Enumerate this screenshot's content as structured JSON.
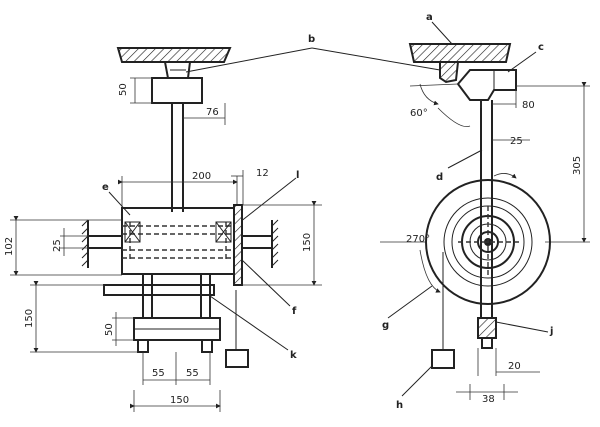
{
  "labels": {
    "a": "a",
    "b": "b",
    "c": "c",
    "d": "d",
    "e": "e",
    "f": "f",
    "g": "g",
    "h": "h",
    "j": "j",
    "k": "k",
    "l": "l"
  },
  "dimensions": {
    "d50": "50",
    "d76": "76",
    "d200": "200",
    "d12": "12",
    "d150_right": "150",
    "d102": "102",
    "d25_left": "25",
    "d150_left": "150",
    "d50_lower": "50",
    "d55_a": "55",
    "d55_b": "55",
    "d150_bottom": "150",
    "d60deg": "60°",
    "d80": "80",
    "d25_right": "25",
    "d305": "305",
    "d270deg": "270°",
    "d20": "20",
    "d38": "38"
  }
}
